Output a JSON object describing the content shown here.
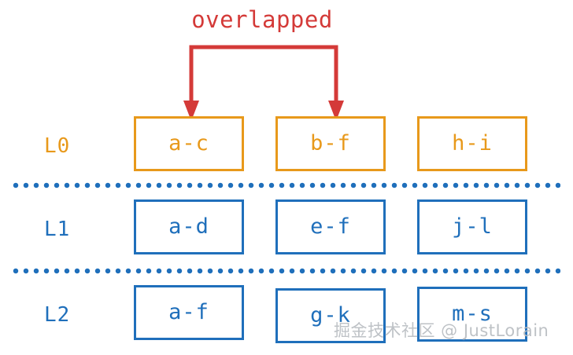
{
  "diagram": {
    "type": "lsm-tree-levels",
    "annotation": {
      "label": "overlapped",
      "color": "#d43a38",
      "points_to": [
        "a-c",
        "b-f"
      ]
    },
    "levels": [
      {
        "label": "L0",
        "color": "#e8991b",
        "boxes": [
          {
            "range": "a-c"
          },
          {
            "range": "b-f"
          },
          {
            "range": "h-i"
          }
        ]
      },
      {
        "label": "L1",
        "color": "#1f6fbb",
        "boxes": [
          {
            "range": "a-d"
          },
          {
            "range": "e-f"
          },
          {
            "range": "j-l"
          }
        ]
      },
      {
        "label": "L2",
        "color": "#1f6fbb",
        "boxes": [
          {
            "range": "a-f"
          },
          {
            "range": "g-k"
          },
          {
            "range": "m-s"
          }
        ]
      }
    ],
    "dividers": {
      "style": "dotted",
      "color": "#1f6fbb",
      "count": 2
    }
  },
  "watermark": {
    "text": "掘金技术社区 @ JustLorain",
    "color": "#b9bdc2"
  }
}
